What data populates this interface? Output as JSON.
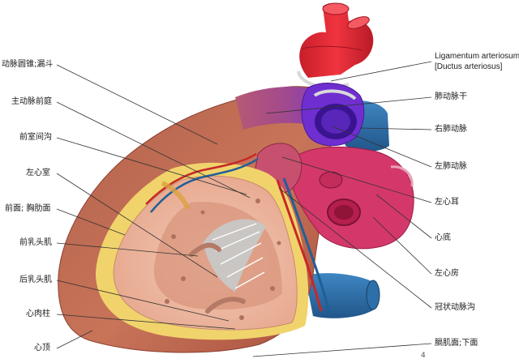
{
  "labels_left": [
    {
      "id": "conus",
      "text": "动脉圆锥;漏斗"
    },
    {
      "id": "sinus",
      "text": "主动脉前庭"
    },
    {
      "id": "sulcus",
      "text": "前室间沟"
    },
    {
      "id": "lv",
      "text": "左心室"
    },
    {
      "id": "surface",
      "text": "前面; 胸肋面"
    },
    {
      "id": "ant-papillary",
      "text": "前乳头肌"
    },
    {
      "id": "post-papillary",
      "text": "后乳头肌"
    },
    {
      "id": "trabeculae",
      "text": "心肉柱"
    },
    {
      "id": "apex",
      "text": "心顶"
    }
  ],
  "labels_right": [
    {
      "id": "ligament-1",
      "text": "Ligamentum arteriosum"
    },
    {
      "id": "ligament-2",
      "text": "[Ductus arteriosus]"
    },
    {
      "id": "trunk",
      "text": "肺动脉干"
    },
    {
      "id": "right-pa",
      "text": "右肺动脉"
    },
    {
      "id": "left-pa",
      "text": "左肺动脉"
    },
    {
      "id": "auricle",
      "text": "左心耳"
    },
    {
      "id": "base",
      "text": "心底"
    },
    {
      "id": "la",
      "text": "左心房"
    },
    {
      "id": "coronary",
      "text": "冠状动脉沟"
    },
    {
      "id": "diaphragm",
      "text": "膈肌面;下面"
    }
  ],
  "watermark": "4",
  "colors": {
    "aorta": "#e02b35",
    "pulmonary": "#7a2fd0",
    "vein": "#2d6fa8",
    "myocardium": "#d9826a",
    "fat": "#f2d77a",
    "atrium": "#d4386a"
  }
}
